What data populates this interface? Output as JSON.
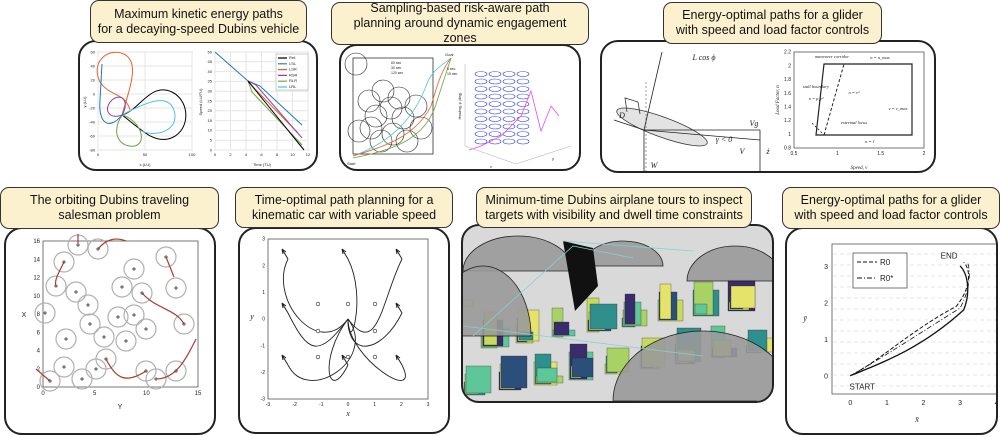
{
  "panels": [
    {
      "title_lines": [
        "Maximum kinetic energy paths",
        "for a decaying-speed Dubins vehicle"
      ],
      "left_plot": {
        "xlabel": "x (LU)",
        "ylabel": "y (LU)",
        "xticks": [
          "0",
          "50",
          "100"
        ],
        "yticks": [
          "60",
          "40",
          "20",
          "0",
          "-20",
          "-40",
          "-60",
          "-80"
        ]
      },
      "right_plot": {
        "xlabel": "Time (TU)",
        "ylabel": "Speed (LU/TU)",
        "xticks": [
          "0",
          "2",
          "4",
          "6",
          "8",
          "10",
          "12"
        ],
        "yticks": [
          "50",
          "45",
          "40",
          "35",
          "30",
          "25",
          "20",
          "15",
          "10",
          "5",
          "0"
        ],
        "legend": [
          "Ref.",
          "LSL",
          "LSR",
          "RSR",
          "RLR",
          "LRL"
        ],
        "legend_colors": [
          "#000000",
          "#1f77b4",
          "#e8632b",
          "#8e3fa8",
          "#6aa33a",
          "#4cc3e8"
        ]
      }
    },
    {
      "title_lines": [
        "Sampling-based risk-aware path",
        "planning around dynamic engagement zones"
      ],
      "left_plot": {
        "start_label": "Start",
        "goal_label": "Goal",
        "legend": [
          "60 sec",
          "30 sec",
          "120 sec",
          "5 sec",
          "15 sec"
        ]
      },
      "right_plot": {
        "zlabel": "Heading, ψ (deg)",
        "xlabel": "x",
        "ylabel": "y"
      }
    },
    {
      "title_lines": [
        "Energy-optimal paths for a glider",
        "with speed and load factor controls"
      ],
      "diagram": {
        "lift": "L cos ϕ",
        "drag": "D",
        "vg": "Vg",
        "gamma": "γ < 0",
        "v": "V",
        "w": "W",
        "z": "ż"
      },
      "plot": {
        "xlabel": "Speed, v",
        "ylabel": "Load Factor, n",
        "xticks": [
          "0.5",
          "1",
          "1.5",
          "2"
        ],
        "yticks": [
          "2.2",
          "2",
          "1.8",
          "1.6",
          "1.4",
          "1.2",
          "1",
          "0.8"
        ],
        "annotations": [
          "maneuver corridor",
          "stall boundary",
          "n = p₂v²",
          "n = n_max",
          "n = v²",
          "v = v_max",
          "extremal locus",
          "n = 1"
        ]
      }
    },
    {
      "title_lines": [
        "The orbiting Dubins traveling",
        "salesman problem"
      ],
      "plot": {
        "xlabel": "Y",
        "ylabel": "X",
        "xticks": [
          "0",
          "5",
          "10",
          "15"
        ],
        "yticks": [
          "16",
          "14",
          "12",
          "10",
          "8",
          "6",
          "4",
          "2",
          "0"
        ]
      }
    },
    {
      "title_lines": [
        "Time-optimal path planning for a",
        "kinematic car with variable speed"
      ],
      "plot": {
        "xlabel": "x",
        "ylabel": "y",
        "xticks": [
          "-3",
          "-2",
          "-1",
          "0",
          "1",
          "2",
          "3"
        ],
        "yticks": [
          "3",
          "2",
          "1",
          "0",
          "-1",
          "-2",
          "-3"
        ]
      }
    },
    {
      "title_lines": [
        "Minimum-time Dubins airplane tours to inspect",
        "targets with visibility and dwell time constraints"
      ]
    },
    {
      "title_lines": [
        "Energy-optimal paths for a glider",
        "with speed and load factor controls"
      ],
      "plot": {
        "xlabel": "x̄",
        "ylabel": "ȳ",
        "xticks": [
          "0",
          "1",
          "2",
          "3",
          "4"
        ],
        "yticks": [
          "3",
          "2",
          "1",
          "0"
        ],
        "legend": [
          "R0",
          "R0*"
        ],
        "start_label": "START",
        "end_label": "END"
      }
    }
  ]
}
